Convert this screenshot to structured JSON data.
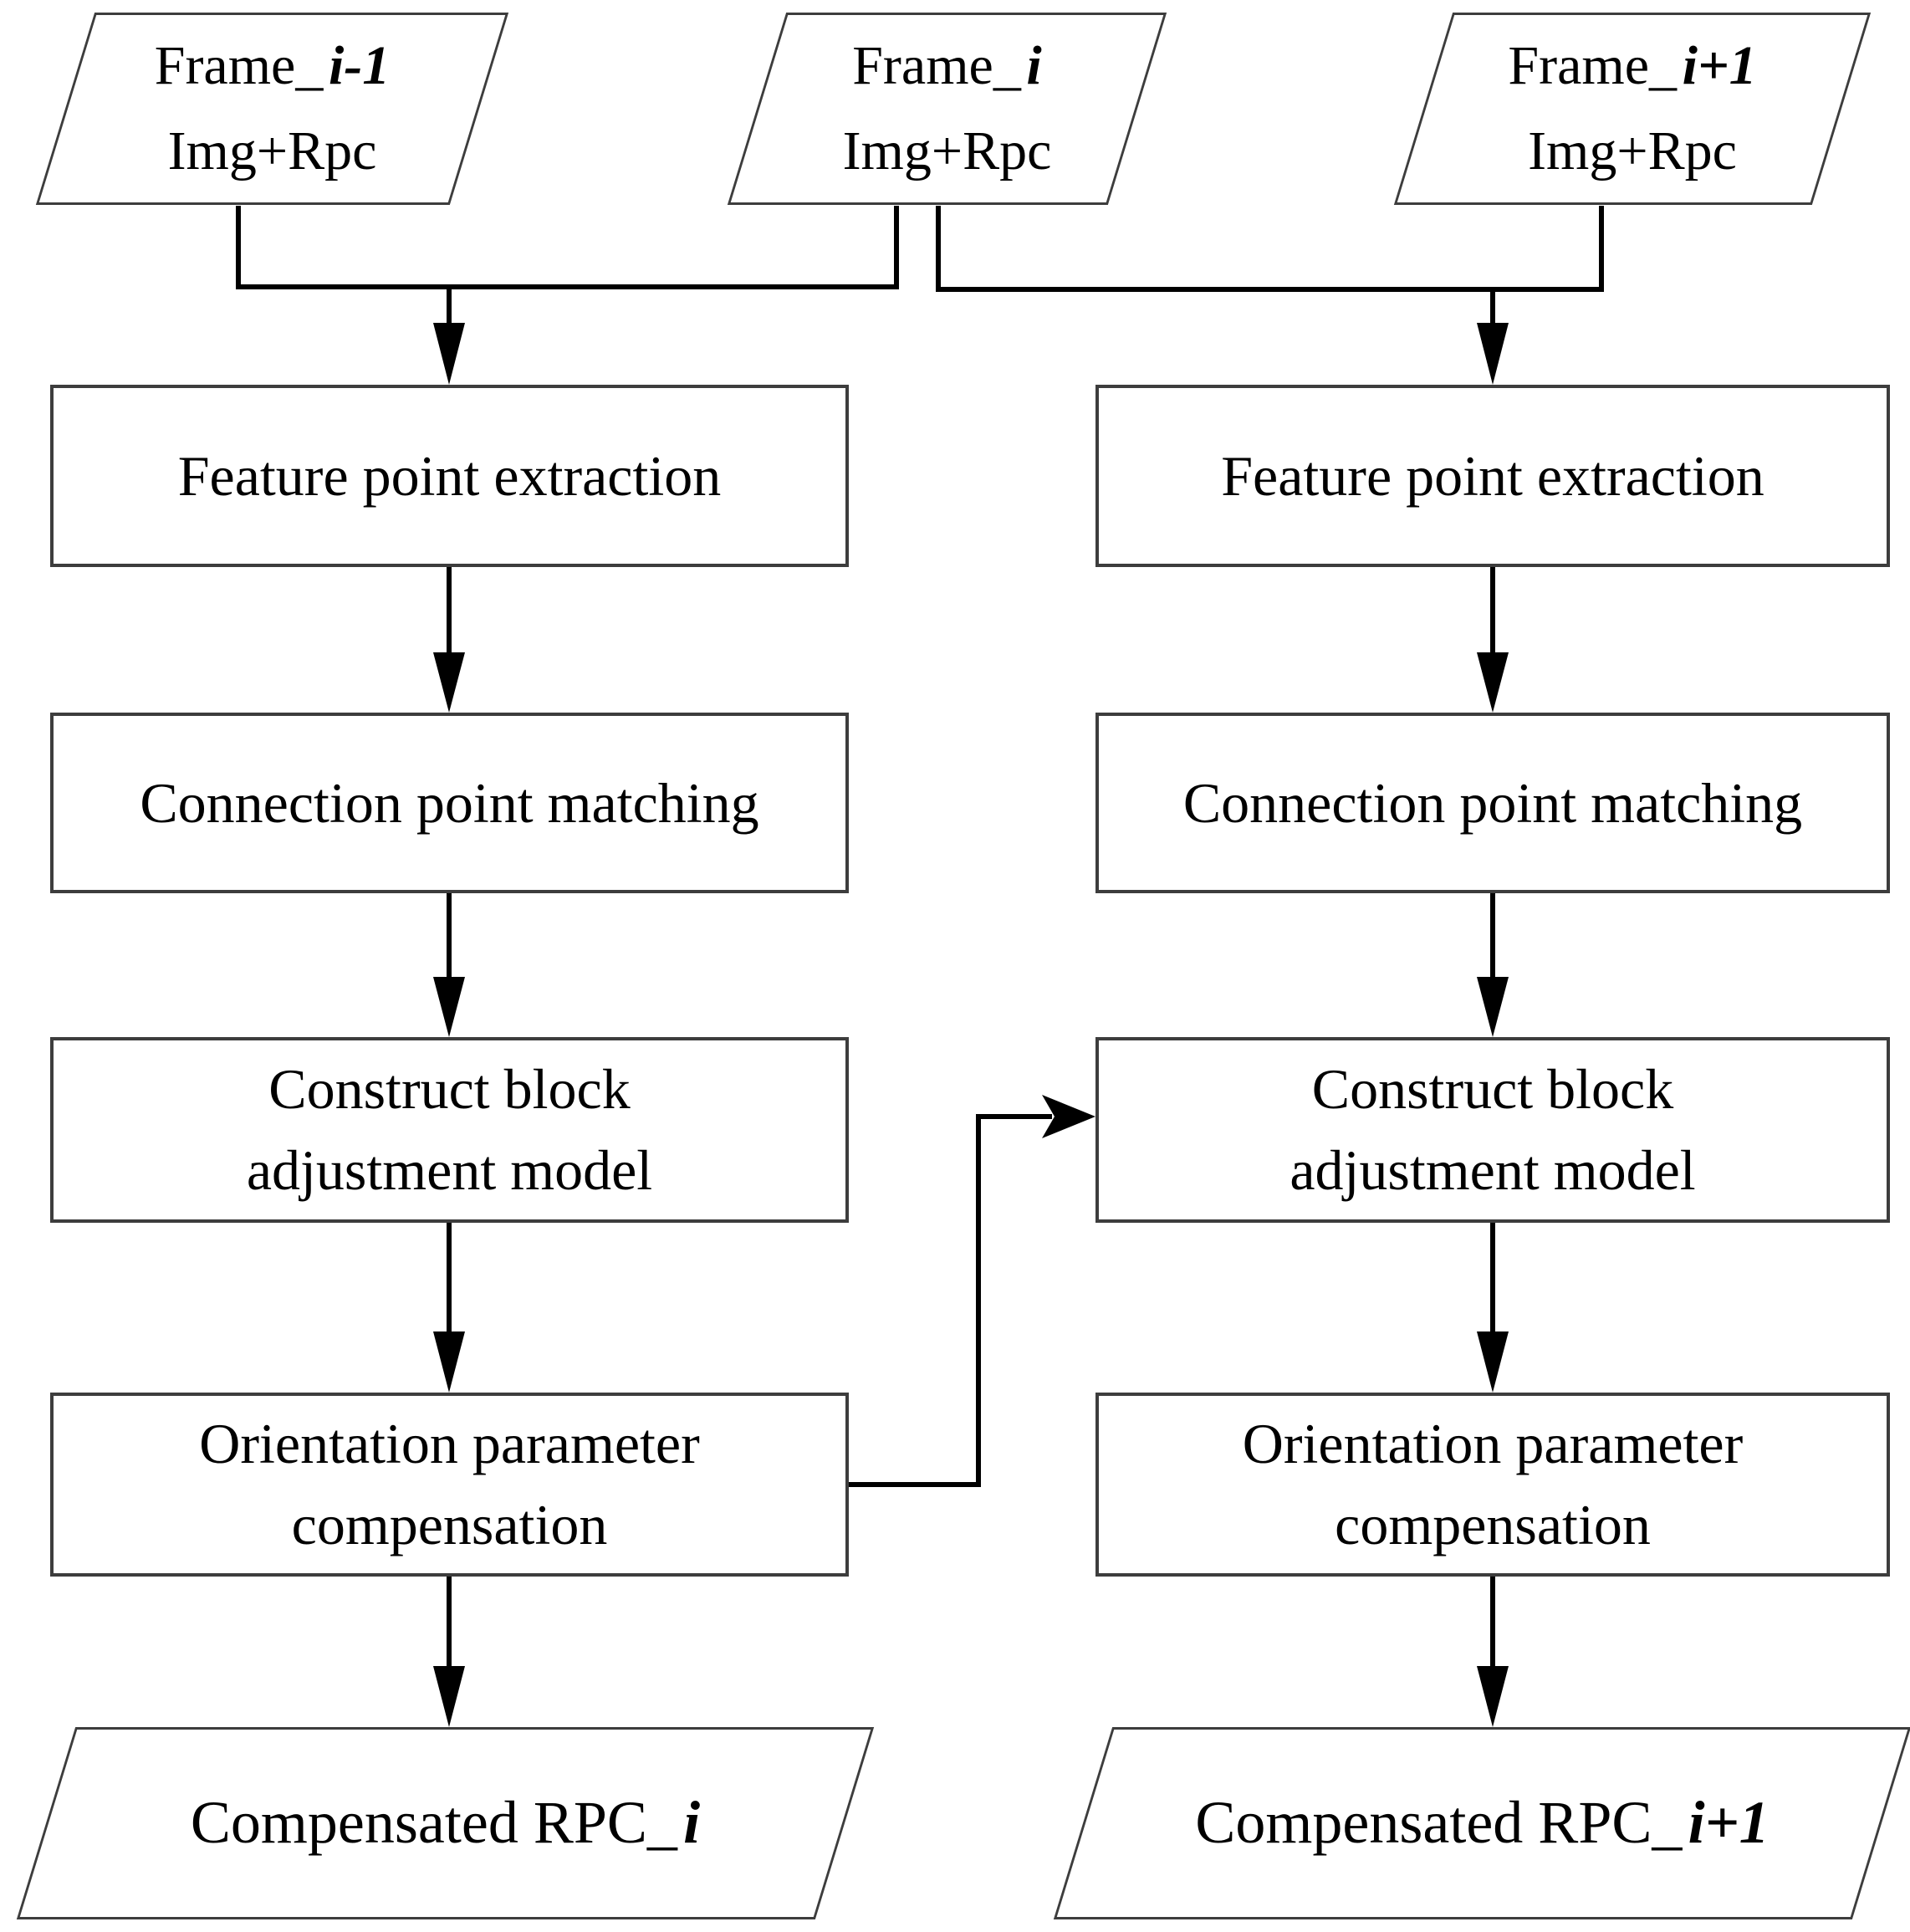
{
  "colors": {
    "background": "#ffffff",
    "line": "#000000",
    "box_border": "#3d3d3d",
    "text": "#000000"
  },
  "nodes": {
    "inputs": [
      {
        "prefix": "Frame_",
        "suffix": "i-1",
        "line2": "Img+Rpc"
      },
      {
        "prefix": "Frame_",
        "suffix": "i",
        "line2": "Img+Rpc"
      },
      {
        "prefix": "Frame_",
        "suffix": "i+1",
        "line2": "Img+Rpc"
      }
    ],
    "left_steps": [
      "Feature point extraction",
      "Connection point matching",
      "Construct block\nadjustment model",
      "Orientation parameter\ncompensation"
    ],
    "right_steps": [
      "Feature point extraction",
      "Connection point matching",
      "Construct block\nadjustment model",
      "Orientation parameter\ncompensation"
    ],
    "outputs": [
      {
        "prefix": "Compensated RPC_",
        "suffix": "i"
      },
      {
        "prefix": "Compensated RPC_",
        "suffix": "i+1"
      }
    ]
  }
}
